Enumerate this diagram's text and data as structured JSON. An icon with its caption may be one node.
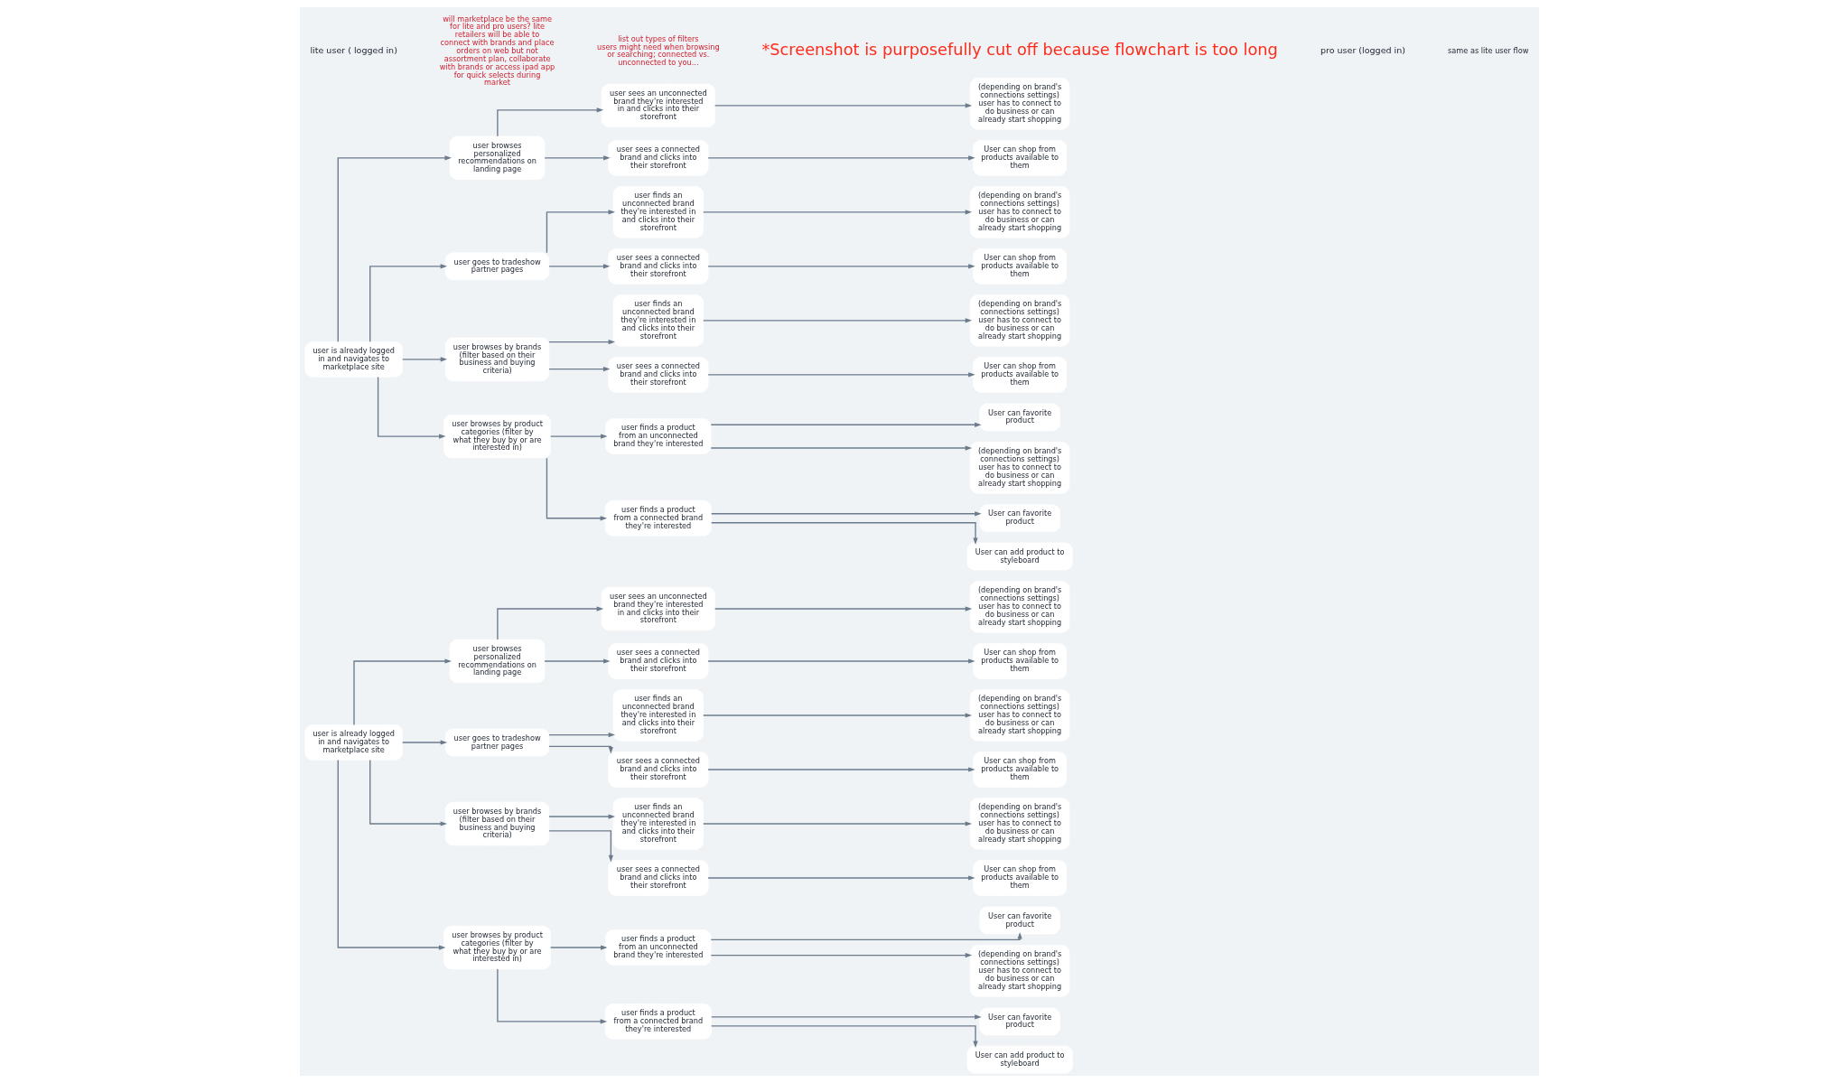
{
  "diagram": {
    "nodes": [
      {
        "text": [
          "user is already logged in and navigates to marketplace site"
        ]
      },
      {
        "text": [
          "user browses personalized recommendations on landing page"
        ]
      },
      {
        "text": [
          "user sees an unconnected brand they're interested in and clicks into their storefront"
        ]
      },
      {
        "text": [
          "(depending on brand's connections settings) user has to connect to do business or can already start shopping"
        ]
      },
      {
        "text": [
          "user sees a connected brand and clicks into their storefront"
        ]
      },
      {
        "text": [
          "User can shop from products available to them"
        ]
      },
      {
        "text": [
          "user goes to tradeshow partner pages"
        ]
      },
      {
        "text": [
          "user finds an unconnected brand they're interested in and clicks into their storefront"
        ]
      },
      {
        "text": [
          "(depending on brand's connections settings) user has to connect to do business or can already start shopping"
        ]
      },
      {
        "text": [
          "user sees a connected brand and clicks into their storefront"
        ]
      },
      {
        "text": [
          "User can shop from products available to them"
        ]
      },
      {
        "text": [
          "user browses by brands (filter based on their business and buying criteria)"
        ]
      },
      {
        "text": [
          "user finds an unconnected brand they're interested in and clicks into their storefront"
        ]
      },
      {
        "text": [
          "(depending on brand's connections settings) user has to connect to do business or can already start shopping"
        ]
      },
      {
        "text": [
          "user sees a connected brand and clicks into their storefront"
        ]
      },
      {
        "text": [
          "User can shop from products available to them"
        ]
      },
      {
        "text": [
          "user browses by product categories (filter by what they buy by or are interested in)"
        ]
      },
      {
        "text": [
          "user finds a product from an unconnected brand they're interested"
        ]
      },
      {
        "text": [
          "User can favorite product"
        ]
      },
      {
        "text": [
          "(depending on brand's connections settings) user has to connect to do business or can already start shopping"
        ]
      },
      {
        "text": [
          "user finds a product from a connected brand they're interested"
        ]
      },
      {
        "text": [
          "User can favorite product"
        ]
      },
      {
        "text": [
          "User can add product to styleboard"
        ]
      },
      {
        "text": [
          "user is already logged in and navigates to marketplace site"
        ]
      },
      {
        "text": [
          "user browses personalized recommendations on landing page"
        ]
      },
      {
        "text": [
          "user sees an unconnected brand they're interested in and clicks into their storefront"
        ]
      },
      {
        "text": [
          "(depending on brand's connections settings) user has to connect to do business or can already start shopping"
        ]
      },
      {
        "text": [
          "user sees a connected brand and clicks into their storefront"
        ]
      },
      {
        "text": [
          "User can shop from products available to them"
        ]
      },
      {
        "text": [
          "user goes to tradeshow partner pages"
        ]
      },
      {
        "text": [
          "user finds an unconnected brand they're interested in and clicks into their storefront"
        ]
      },
      {
        "text": [
          "(depending on brand's connections settings) user has to connect to do business or can already start shopping"
        ]
      },
      {
        "text": [
          "user sees a connected brand and clicks into their storefront"
        ]
      },
      {
        "text": [
          "User can shop from products available to them"
        ]
      },
      {
        "text": [
          "user browses by brands (filter based on their business and buying criteria)"
        ]
      },
      {
        "text": [
          "user finds an unconnected brand they're interested in and clicks into their storefront"
        ]
      },
      {
        "text": [
          "(depending on brand's connections settings) user has to connect to do business or can already start shopping"
        ]
      },
      {
        "text": [
          "user sees a connected brand and clicks into their storefront"
        ]
      },
      {
        "text": [
          "User can shop from products available to them"
        ]
      },
      {
        "text": [
          "user browses by product categories (filter by what they buy by or are interested in)"
        ]
      },
      {
        "text": [
          "user finds a product from an unconnected brand they're interested"
        ]
      },
      {
        "text": [
          "User can favorite product"
        ]
      },
      {
        "text": [
          "(depending on brand's connections settings) user has to connect to do business or can already start shopping"
        ]
      },
      {
        "text": [
          "user finds a product from a connected brand they're interested"
        ]
      },
      {
        "text": [
          "User can favorite product"
        ]
      },
      {
        "text": [
          "User can add product to styleboard"
        ]
      }
    ],
    "edges": [
      {
        "from": 0,
        "to": 1,
        "arrow": "to"
      },
      {
        "from": 0,
        "to": 6,
        "arrow": "to"
      },
      {
        "from": 0,
        "to": 11,
        "arrow": "to"
      },
      {
        "from": 0,
        "to": 16,
        "arrow": "to"
      },
      {
        "from": 1,
        "to": 2,
        "arrow": "to"
      },
      {
        "from": 1,
        "to": 4,
        "arrow": "to"
      },
      {
        "from": 2,
        "to": 3,
        "arrow": "to"
      },
      {
        "from": 4,
        "to": 5,
        "arrow": "to"
      },
      {
        "from": 6,
        "to": 7,
        "arrow": "to"
      },
      {
        "from": 6,
        "to": 9,
        "arrow": "to"
      },
      {
        "from": 7,
        "to": 8,
        "arrow": "to"
      },
      {
        "from": 9,
        "to": 10,
        "arrow": "to"
      },
      {
        "from": 11,
        "to": 12,
        "arrow": "to"
      },
      {
        "from": 11,
        "to": 14,
        "arrow": "to"
      },
      {
        "from": 12,
        "to": 13,
        "arrow": "to"
      },
      {
        "from": 14,
        "to": 15,
        "arrow": "to"
      },
      {
        "from": 16,
        "to": 17,
        "arrow": "to"
      },
      {
        "from": 16,
        "to": 20,
        "arrow": "to"
      },
      {
        "from": 17,
        "to": 18,
        "arrow": "to"
      },
      {
        "from": 17,
        "to": 19,
        "arrow": "to"
      },
      {
        "from": 20,
        "to": 21,
        "arrow": "to"
      },
      {
        "from": 20,
        "to": 22,
        "arrow": "to"
      },
      {
        "from": 23,
        "to": 24,
        "arrow": "to"
      },
      {
        "from": 23,
        "to": 29,
        "arrow": "to"
      },
      {
        "from": 23,
        "to": 34,
        "arrow": "to"
      },
      {
        "from": 23,
        "to": 39,
        "arrow": "to"
      },
      {
        "from": 24,
        "to": 25,
        "arrow": "to"
      },
      {
        "from": 24,
        "to": 27,
        "arrow": "to"
      },
      {
        "from": 25,
        "to": 26,
        "arrow": "to"
      },
      {
        "from": 27,
        "to": 28,
        "arrow": "to"
      },
      {
        "from": 29,
        "to": 30,
        "arrow": "to"
      },
      {
        "from": 29,
        "to": 32,
        "arrow": "to"
      },
      {
        "from": 30,
        "to": 31,
        "arrow": "to"
      },
      {
        "from": 32,
        "to": 33,
        "arrow": "to"
      },
      {
        "from": 34,
        "to": 35,
        "arrow": "to"
      },
      {
        "from": 34,
        "to": 37,
        "arrow": "to"
      },
      {
        "from": 35,
        "to": 36,
        "arrow": "to"
      },
      {
        "from": 37,
        "to": 38,
        "arrow": "to"
      },
      {
        "from": 39,
        "to": 40,
        "arrow": "to"
      },
      {
        "from": 39,
        "to": 43,
        "arrow": "to"
      },
      {
        "from": 40,
        "to": 41,
        "arrow": "to"
      },
      {
        "from": 40,
        "to": 42,
        "arrow": "to"
      },
      {
        "from": 43,
        "to": 44,
        "arrow": "to"
      },
      {
        "from": 43,
        "to": 45,
        "arrow": "to"
      }
    ],
    "labels": [
      "lite user ( logged in)",
      "will marketplace be the same for lite and pro users? lite retailers will be able to connect with brands and place orders on web but not assortment plan, collaborate with brands or access ipad app for quick selects during market",
      "list out types of filters users might need when browsing or searching; connected vs. unconnected to you...",
      "*Screenshot is purposefully cut off because flowchart is too long",
      "pro user (logged in)",
      "same as lite user flow"
    ]
  }
}
